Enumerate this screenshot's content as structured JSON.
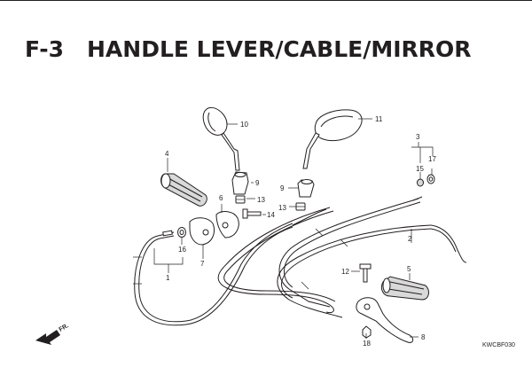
{
  "title": {
    "section": "F-3",
    "name": "HANDLE LEVER/CABLE/MIRROR"
  },
  "callouts": {
    "c1": "1",
    "c2": "2",
    "c3": "3",
    "c4": "4",
    "c5": "5",
    "c6": "6",
    "c7": "7",
    "c8": "8",
    "c9a": "9",
    "c9b": "9",
    "c10": "10",
    "c11": "11",
    "c12": "12",
    "c13a": "13",
    "c13b": "13",
    "c14": "14",
    "c15": "15",
    "c16": "16",
    "c17": "17",
    "c18": "18"
  },
  "front_marker": "FR.",
  "figure_code": "KWCBF030",
  "colors": {
    "line": "#231f20",
    "background": "#ffffff"
  }
}
